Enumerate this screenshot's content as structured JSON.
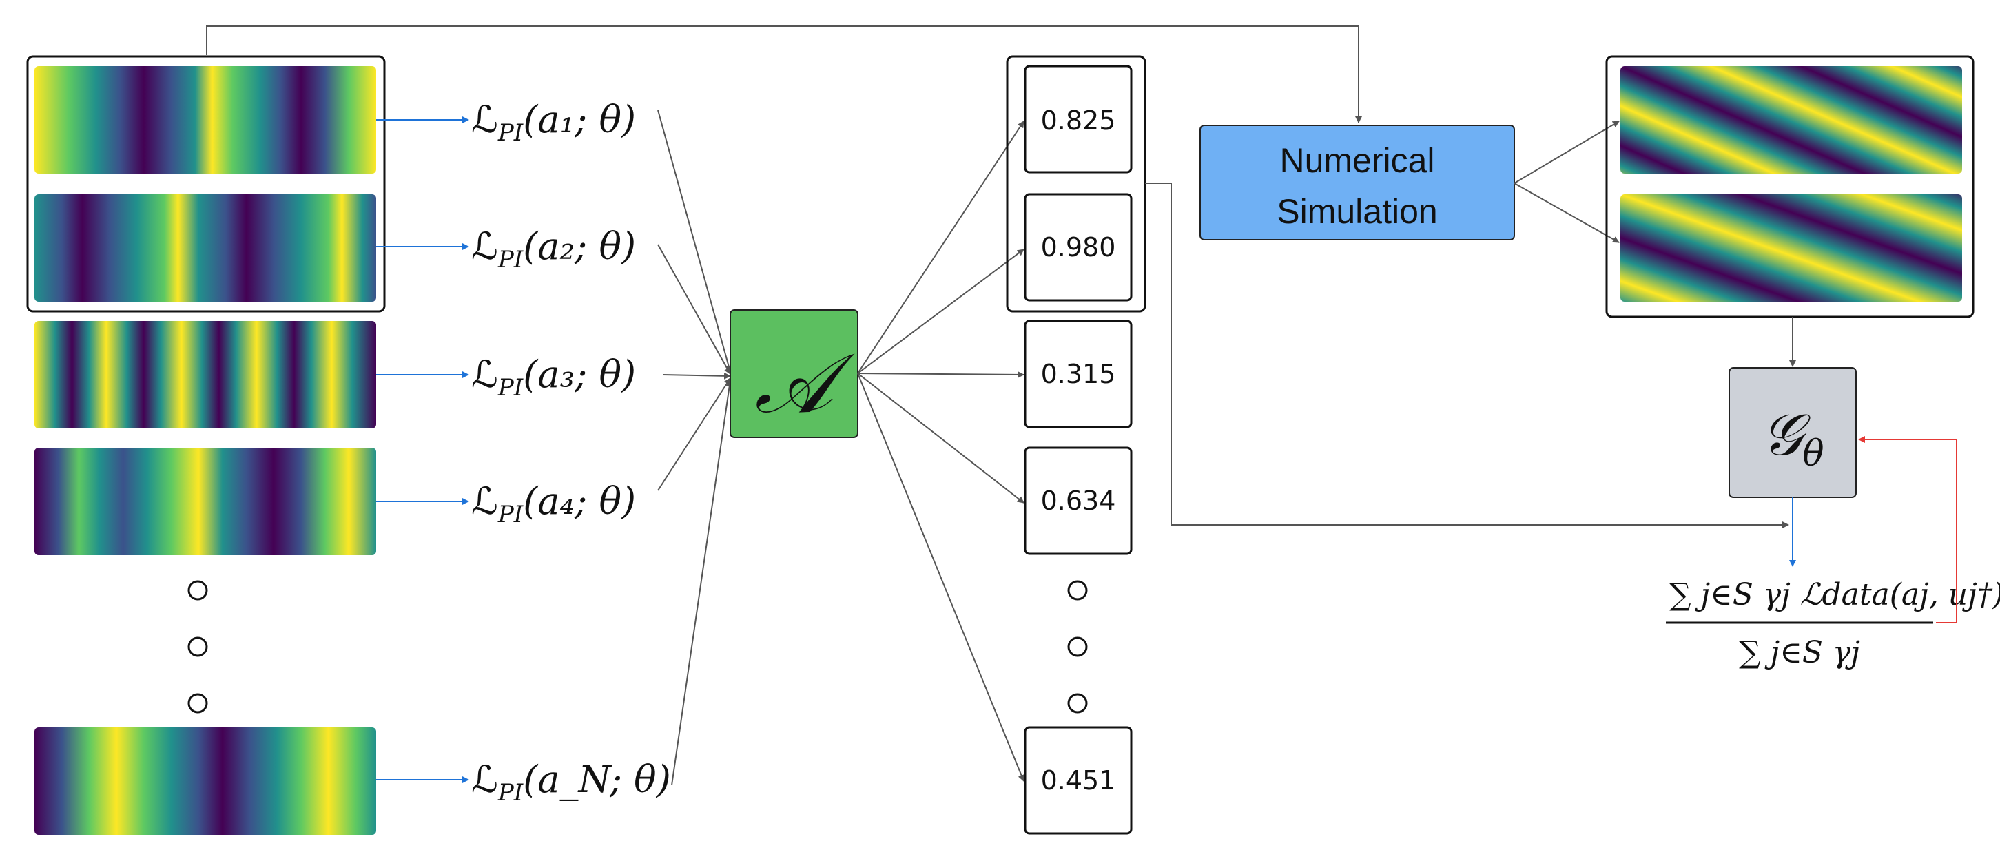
{
  "inputs": [
    {
      "loss_label": "a₁"
    },
    {
      "loss_label": "a₂"
    },
    {
      "loss_label": "a₃"
    },
    {
      "loss_label": "a₄"
    },
    {
      "loss_label": "a_N"
    }
  ],
  "loss_prefix": "ℒ",
  "loss_sub": "PI",
  "acquisition_symbol": "𝒜",
  "scores": [
    "0.825",
    "0.980",
    "0.315",
    "0.634",
    "0.451"
  ],
  "simulator_label_line1": "Numerical",
  "simulator_label_line2": "Simulation",
  "model_symbol": "𝒢",
  "model_sub": "θ",
  "weighted_loss": {
    "numerator": "∑ j∈S  γj ℒdata(aj, uj†)",
    "denominator": "∑ j∈S  γj"
  },
  "colors": {
    "acquisition_fill": "#5cbf60",
    "simulator_fill": "#6fb0f4",
    "model_fill": "#cdd1d8",
    "feedback_line": "#e53935",
    "blue_arrow": "#1e73d8",
    "gray_arrow": "#555555"
  }
}
